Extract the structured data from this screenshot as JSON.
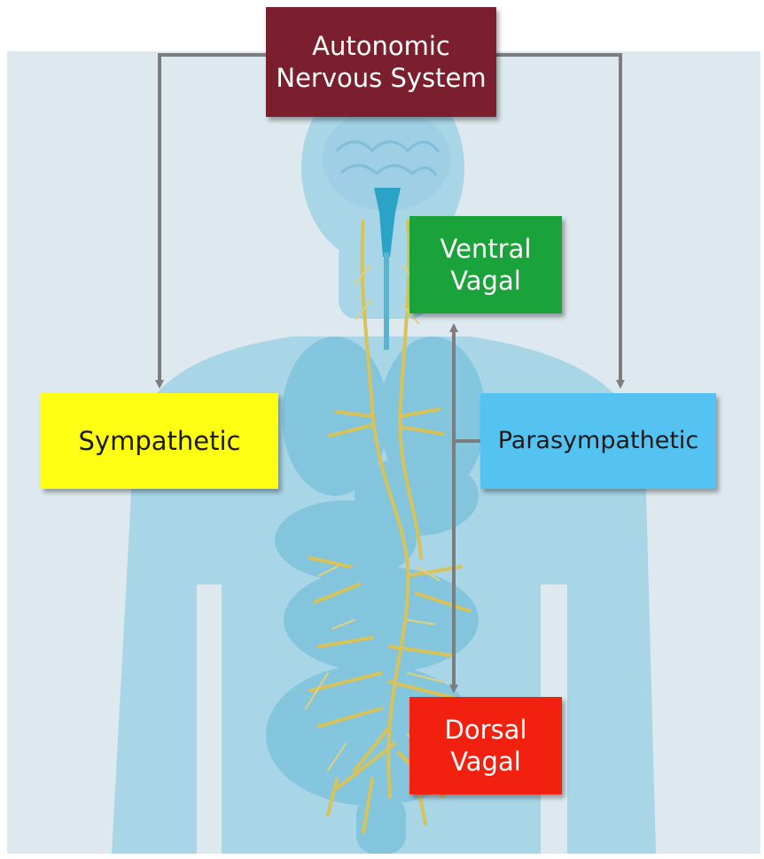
{
  "diagram": {
    "boxes": {
      "ans": {
        "lines": [
          "Autonomic",
          "Nervous System"
        ],
        "fill": "#7b1f2e",
        "text_color": "#ffffff"
      },
      "ventral": {
        "lines": [
          "Ventral",
          "Vagal"
        ],
        "fill": "#1aa33a",
        "text_color": "#ffffff"
      },
      "sympathetic": {
        "label": "Sympathetic",
        "fill": "#ffff14",
        "text_color": "#1a1a1a"
      },
      "parasympathetic": {
        "label": "Parasympathetic",
        "fill": "#55c3f2",
        "text_color": "#1a1a1a"
      },
      "dorsal": {
        "lines": [
          "Dorsal",
          "Vagal"
        ],
        "fill": "#f2200f",
        "text_color": "#ffffff"
      }
    },
    "colors": {
      "background_panel": "#dde9ee",
      "body_silhouette": "#a8d6e6",
      "organs": "#7fc4dc",
      "brain": "#9fcfe4",
      "brainstem": "#2aa3c6",
      "nerves": "#d8c25a",
      "arrows": "#7d7d7d"
    }
  }
}
